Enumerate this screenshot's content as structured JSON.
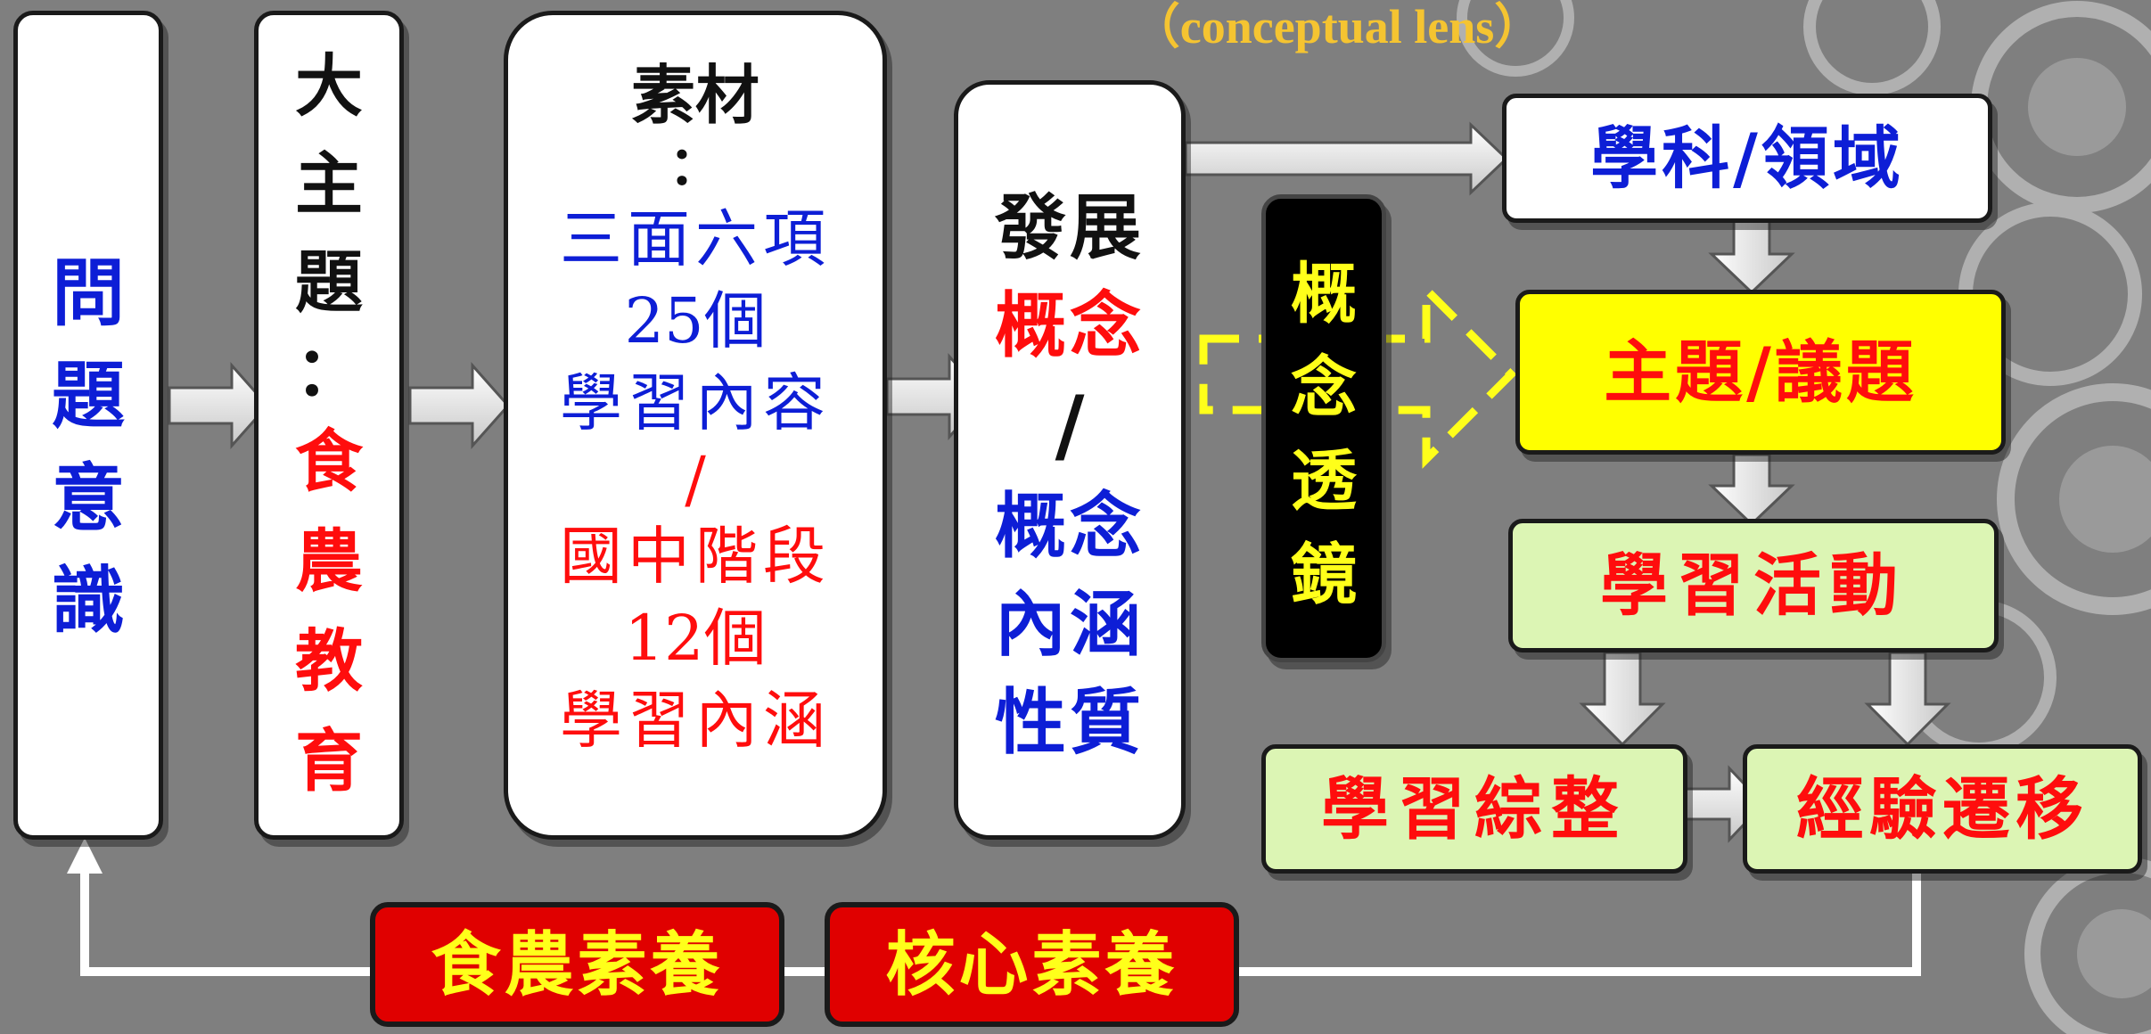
{
  "lens_title": "（conceptual lens）",
  "problem_awareness": [
    "問",
    "題",
    "意",
    "識"
  ],
  "big_theme": {
    "label": [
      "大",
      "主",
      "題",
      "："
    ],
    "value": [
      "食",
      "農",
      "教",
      "育"
    ]
  },
  "material": {
    "label": "素材",
    "colon": "：",
    "blue_lines": [
      "三面六項",
      "25個",
      "學習內容"
    ],
    "slash": "/",
    "red_lines": [
      "國中階段",
      "12個",
      "學習內涵"
    ]
  },
  "develop": {
    "label": "發展",
    "red": "概念",
    "slash": "/",
    "blue_lines": [
      "概念",
      "內涵",
      "性質"
    ]
  },
  "lens_box": [
    "概",
    "念",
    "透",
    "鏡"
  ],
  "flow": {
    "discipline": "學科/領域",
    "theme_issue": "主題/議題",
    "learning_activity": "學習活動",
    "learning_integration": "學習綜整",
    "experience_transfer": "經驗遷移"
  },
  "bottom": {
    "food_literacy": "食農素養",
    "core_literacy": "核心素養"
  },
  "colors": {
    "background": "#7f7f7f",
    "blue_text": "#0d1ed6",
    "red_text": "#ff0d0d",
    "gold_text": "#ffff1a",
    "lens_title": "#f5c431",
    "yellow_box": "#ffff00",
    "green_box": "#dcf5b4",
    "bottom_box": "#e00000"
  },
  "icons": {
    "flow_arrow": "block-arrow-right",
    "down_arrow": "block-arrow-down",
    "lens_arrow": "dashed-arrow-right",
    "return_line": "up-arrow-line"
  }
}
